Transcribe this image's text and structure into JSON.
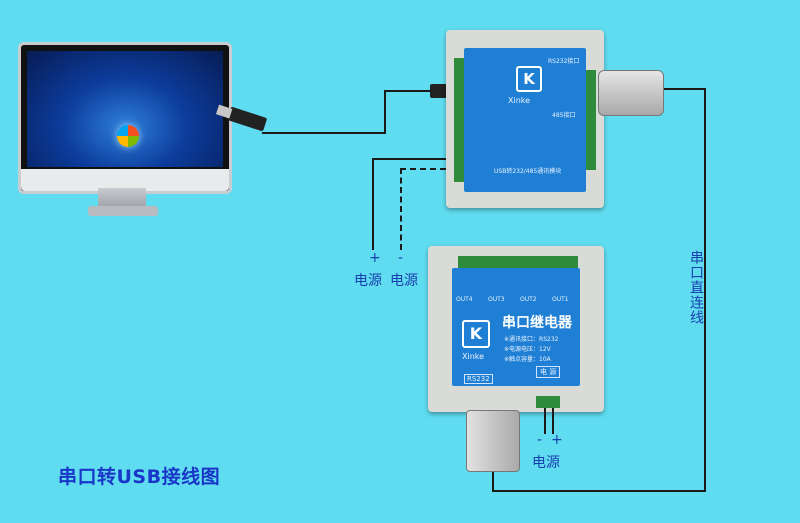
{
  "diagram": {
    "title": "串口转USB接线图",
    "power_plus": "+",
    "power_minus": "-",
    "power_label_1": "电源",
    "power_label_2": "电源",
    "power_label_3": "电源",
    "bottom_minus": "-",
    "bottom_plus": "+",
    "serial_direct": "串口直连线",
    "relay_title": "串口继电器",
    "brand": "Xinke",
    "brand2": "Xinke",
    "logo_letter": "K",
    "logo_letter2": "K",
    "rs232": "RS232",
    "power_panel": "电 源",
    "outputs": [
      "OUT4",
      "OUT3",
      "OUT2",
      "OUT1"
    ],
    "relay_specs": [
      "※通讯接口：RS232",
      "※电源电压：12V",
      "※触点容量：10A"
    ],
    "converter_label": "USB转232/485通讯模块",
    "converter_485": "485接口",
    "converter_232": "RS232接口"
  },
  "colors": {
    "background": "#5fdcef",
    "text": "#1a3fb0",
    "module_blue": "#1f7fd4"
  }
}
